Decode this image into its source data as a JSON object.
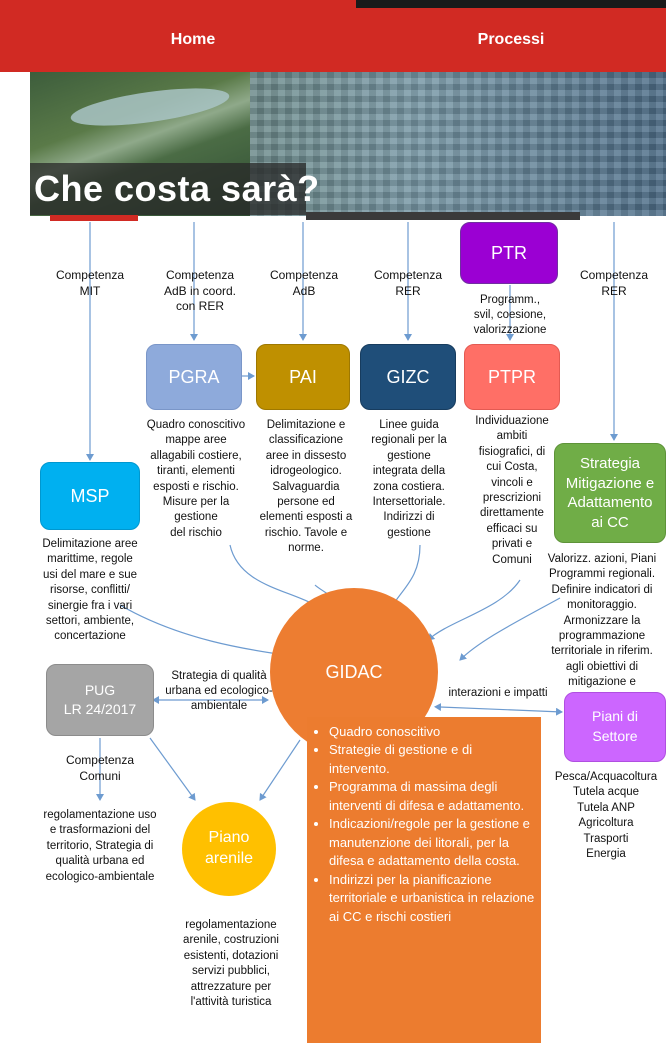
{
  "nav": {
    "home": "Home",
    "processi": "Processi"
  },
  "hero": {
    "title": "Che costa sarà?"
  },
  "competences": {
    "mit": "Competenza\nMIT",
    "adb_rer": "Competenza\nAdB in coord.\ncon RER",
    "adb": "Competenza\nAdB",
    "rer1": "Competenza\nRER",
    "rer2": "Competenza\nRER",
    "comuni": "Competenza\nComuni"
  },
  "boxes": {
    "ptr": "PTR",
    "pgra": "PGRA",
    "pai": "PAI",
    "gizc": "GIZC",
    "ptpr": "PTPR",
    "msp": "MSP",
    "strategia": "Strategia\nMitigazione e\nAdattamento\nai CC",
    "pug": "PUG\nLR 24/2017",
    "piani_settore": "Piani di\nSettore",
    "gidac": "GIDAC",
    "piano_arenile": "Piano\narenile"
  },
  "descriptions": {
    "ptr": "Programm.,\nsvil, coesione,\nvalorizzazione",
    "pgra": "Quadro conoscitivo\nmappe aree\nallagabili costiere,\ntiranti, elementi\nesposti e rischio.\nMisure per la\ngestione\ndel rischio",
    "pai": "Delimitazione e\nclassificazione\naree in dissesto\nidrogeologico.\nSalvaguardia\npersone ed\nelementi esposti a\nrischio. Tavole e\nnorme.",
    "gizc": "Linee guida\nregionali  per la\ngestione\nintegrata della\nzona costiera.\nIntersettoriale.\nIndirizzi di\ngestione",
    "ptpr": "Individuazione\nambiti\nfisiografici, di\ncui Costa,\nvincoli e\nprescrizioni\ndirettamente\nefficaci su\nprivati e\nComuni",
    "msp": "Delimitazione aree\nmarittime, regole\nusi del mare e sue\nrisorse, conflitti/\nsinergie fra i vari\nsettori, ambiente,\nconcertazione",
    "strategia": "Valorizz. azioni, Piani\nProgrammi regionali.\nDefinire indicatori di\nmonitoraggio.\nArmonizzare la\nprogrammazione\nterritoriale in riferim.\nagli obiettivi di\nmitigazione e\nadattamento",
    "pug_strategy": "Strategia di qualità\nurbana ed ecologico-\nambientale",
    "interazioni": "interazioni e impatti",
    "settore": "Pesca/Acquacoltura\nTutela acque\nTutela ANP\nAgricoltura\nTrasporti\nEnergia",
    "pug_bottom": "regolamentazione uso\ne trasformazioni del\nterritorio, Strategia di\nqualità urbana ed\necologico-ambientale",
    "arenile": "regolamentazione\narenile, costruzioni\nesistenti, dotazioni\nservizi pubblici,\nattrezzature per\nl'attività turistica"
  },
  "gidac_items": [
    "Quadro conoscitivo",
    "Strategie di gestione e di intervento.",
    "Programma di massima degli interventi di difesa e adattamento.",
    "Indicazioni/regole per la gestione e manutenzione dei litorali, per la difesa e adattamento della costa.",
    "Indirizzi per la pianificazione territoriale e urbanistica in relazione ai CC e rischi costieri"
  ],
  "colors": {
    "nav": "#d12a23",
    "ptr": "#9b00d3",
    "pgra": "#8eaadb",
    "pai": "#bf9000",
    "gizc": "#1f4e79",
    "ptpr": "#ff6f66",
    "msp": "#00b0f0",
    "strategia": "#70ad47",
    "pug": "#a5a5a5",
    "piani_settore": "#cc66ff",
    "gidac": "#ed7d31",
    "arenile": "#ffc000",
    "arrows": "#6d9bd0"
  }
}
